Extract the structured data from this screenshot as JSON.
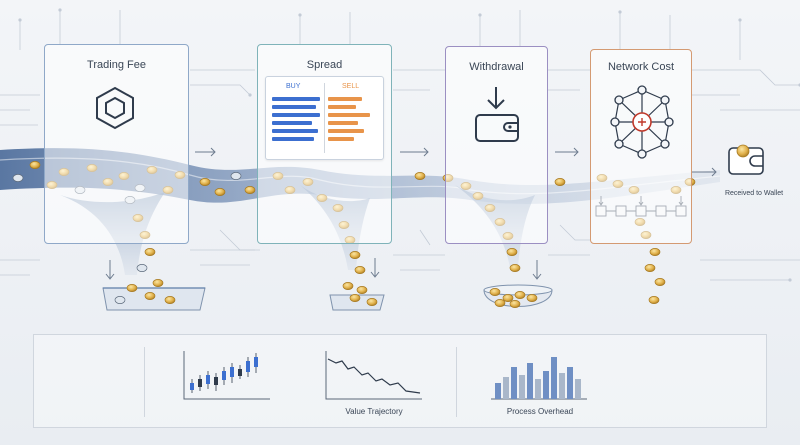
{
  "stages": [
    {
      "label": "Trading Fee",
      "icon": "hexagon-icon",
      "accent": "#8fa8c8"
    },
    {
      "label": "Spread",
      "icon": "order-book-icon",
      "accent": "#7fb3b9"
    },
    {
      "label": "Withdrawal",
      "icon": "wallet-download-icon",
      "accent": "#9b8fc2"
    },
    {
      "label": "Network Cost",
      "icon": "network-nodes-icon",
      "accent": "#d49a72"
    }
  ],
  "order_book": {
    "buy_label": "BUY",
    "sell_label": "SELL",
    "buy_color": "#3c6fd0",
    "sell_color": "#e8944a"
  },
  "destination": {
    "label": "Received to Wallet",
    "icon": "wallet-icon"
  },
  "dashboard": {
    "panels": [
      {
        "label": "",
        "icon": "candlestick-chart-icon"
      },
      {
        "label": "Value Trajectory",
        "icon": "declining-line-chart-icon"
      },
      {
        "label": "Process Overhead",
        "icon": "bar-chart-icon"
      }
    ]
  },
  "colors": {
    "stream": "#5d7ea8",
    "coin": "#e0b04a",
    "line": "#8a97a8"
  }
}
